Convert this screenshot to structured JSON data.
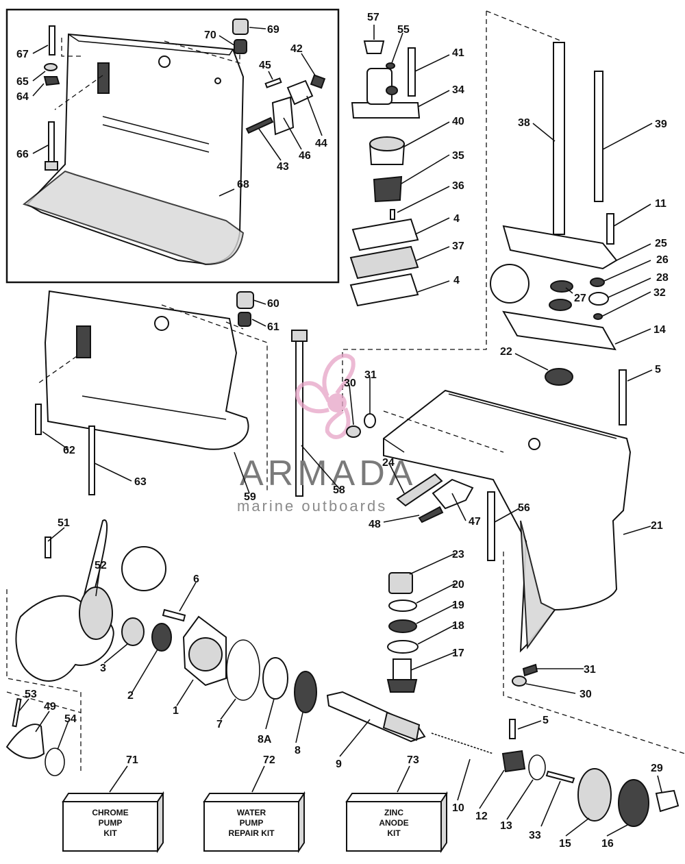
{
  "watermark": {
    "title": "ARMADA",
    "subtitle": "marine outboards",
    "accent_color": "#e6a4c6"
  },
  "labels": [
    {
      "id": "l67",
      "text": "67"
    },
    {
      "id": "l65",
      "text": "65"
    },
    {
      "id": "l64",
      "text": "64"
    },
    {
      "id": "l66",
      "text": "66"
    },
    {
      "id": "l70",
      "text": "70"
    },
    {
      "id": "l69",
      "text": "69"
    },
    {
      "id": "l45",
      "text": "45"
    },
    {
      "id": "l42",
      "text": "42"
    },
    {
      "id": "l44",
      "text": "44"
    },
    {
      "id": "l46",
      "text": "46"
    },
    {
      "id": "l43",
      "text": "43"
    },
    {
      "id": "l68",
      "text": "68"
    },
    {
      "id": "l57",
      "text": "57"
    },
    {
      "id": "l55",
      "text": "55"
    },
    {
      "id": "l41",
      "text": "41"
    },
    {
      "id": "l34",
      "text": "34"
    },
    {
      "id": "l40",
      "text": "40"
    },
    {
      "id": "l35",
      "text": "35"
    },
    {
      "id": "l36",
      "text": "36"
    },
    {
      "id": "l4a",
      "text": "4"
    },
    {
      "id": "l37",
      "text": "37"
    },
    {
      "id": "l4b",
      "text": "4"
    },
    {
      "id": "l38",
      "text": "38"
    },
    {
      "id": "l39",
      "text": "39"
    },
    {
      "id": "l11",
      "text": "11"
    },
    {
      "id": "l25",
      "text": "25"
    },
    {
      "id": "l26",
      "text": "26"
    },
    {
      "id": "l28",
      "text": "28"
    },
    {
      "id": "l27",
      "text": "27"
    },
    {
      "id": "l32",
      "text": "32"
    },
    {
      "id": "l14",
      "text": "14"
    },
    {
      "id": "l22",
      "text": "22"
    },
    {
      "id": "l5a",
      "text": "5"
    },
    {
      "id": "l60",
      "text": "60"
    },
    {
      "id": "l61",
      "text": "61"
    },
    {
      "id": "l30a",
      "text": "30"
    },
    {
      "id": "l31a",
      "text": "31"
    },
    {
      "id": "l62",
      "text": "62"
    },
    {
      "id": "l63",
      "text": "63"
    },
    {
      "id": "l59",
      "text": "59"
    },
    {
      "id": "l58",
      "text": "58"
    },
    {
      "id": "l24",
      "text": "24"
    },
    {
      "id": "l56",
      "text": "56"
    },
    {
      "id": "l21",
      "text": "21"
    },
    {
      "id": "l48",
      "text": "48"
    },
    {
      "id": "l47",
      "text": "47"
    },
    {
      "id": "l51",
      "text": "51"
    },
    {
      "id": "l52",
      "text": "52"
    },
    {
      "id": "l6",
      "text": "6"
    },
    {
      "id": "l23",
      "text": "23"
    },
    {
      "id": "l20",
      "text": "20"
    },
    {
      "id": "l19",
      "text": "19"
    },
    {
      "id": "l18",
      "text": "18"
    },
    {
      "id": "l17",
      "text": "17"
    },
    {
      "id": "l31b",
      "text": "31"
    },
    {
      "id": "l30b",
      "text": "30"
    },
    {
      "id": "l3",
      "text": "3"
    },
    {
      "id": "l2",
      "text": "2"
    },
    {
      "id": "l1",
      "text": "1"
    },
    {
      "id": "l7",
      "text": "7"
    },
    {
      "id": "l8A",
      "text": "8A"
    },
    {
      "id": "l8",
      "text": "8"
    },
    {
      "id": "l9",
      "text": "9"
    },
    {
      "id": "l53",
      "text": "53"
    },
    {
      "id": "l49",
      "text": "49"
    },
    {
      "id": "l54",
      "text": "54"
    },
    {
      "id": "l5b",
      "text": "5"
    },
    {
      "id": "l10",
      "text": "10"
    },
    {
      "id": "l12",
      "text": "12"
    },
    {
      "id": "l13",
      "text": "13"
    },
    {
      "id": "l33",
      "text": "33"
    },
    {
      "id": "l15",
      "text": "15"
    },
    {
      "id": "l16",
      "text": "16"
    },
    {
      "id": "l29",
      "text": "29"
    }
  ],
  "kits": [
    {
      "number": "71",
      "line1": "CHROME",
      "line2": "PUMP",
      "line3": "KIT"
    },
    {
      "number": "72",
      "line1": "WATER",
      "line2": "PUMP",
      "line3": "REPAIR KIT"
    },
    {
      "number": "73",
      "line1": "ZINC",
      "line2": "ANODE",
      "line3": "KIT"
    }
  ]
}
